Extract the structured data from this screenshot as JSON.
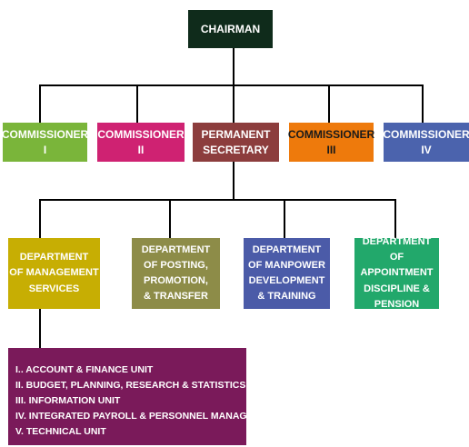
{
  "chairman": {
    "label": "CHAIRMAN",
    "color": "#0f2b1b"
  },
  "level2": [
    {
      "label": "COMMISSIONER I",
      "color": "#7ab53a",
      "text_color": "#ffffff"
    },
    {
      "label": "COMMISSIONER II",
      "color": "#cf2272",
      "text_color": "#ffffff"
    },
    {
      "label": "PERMANENT\nSECRETARY",
      "color": "#8c3d3d",
      "text_color": "#ffffff"
    },
    {
      "label": "COMMISSIONER III",
      "color": "#ee7a0c",
      "text_color": "#1a1a1a"
    },
    {
      "label": "COMMISSIONER IV",
      "color": "#4b63ad",
      "text_color": "#ffffff"
    }
  ],
  "departments": [
    {
      "label": "DEPARTMENT\nOF MANAGEMENT\nSERVICES",
      "color": "#c7ae03"
    },
    {
      "label": "DEPARTMENT\nOF POSTING,\nPROMOTION,\n& TRANSFER",
      "color": "#8d8c48"
    },
    {
      "label": "DEPARTMENT\nOF MANPOWER\nDEVELOPMENT\n& TRAINING",
      "color": "#4b5ba8"
    },
    {
      "label": "DEPARTMENT\nOF APPOINTMENT\nDISCIPLINE &\nPENSION",
      "color": "#22a86b"
    }
  ],
  "units": {
    "color": "#7a1a5a",
    "items": [
      "I..  ACCOUNT & FINANCE UNIT",
      "II.  BUDGET, PLANNING, RESEARCH & STATISTICS UNIT",
      "III. INFORMATION UNIT",
      "IV. INTEGRATED PAYROLL & PERSONNEL MANAGEMENT UNIT",
      "V.  TECHNICAL UNIT"
    ]
  }
}
